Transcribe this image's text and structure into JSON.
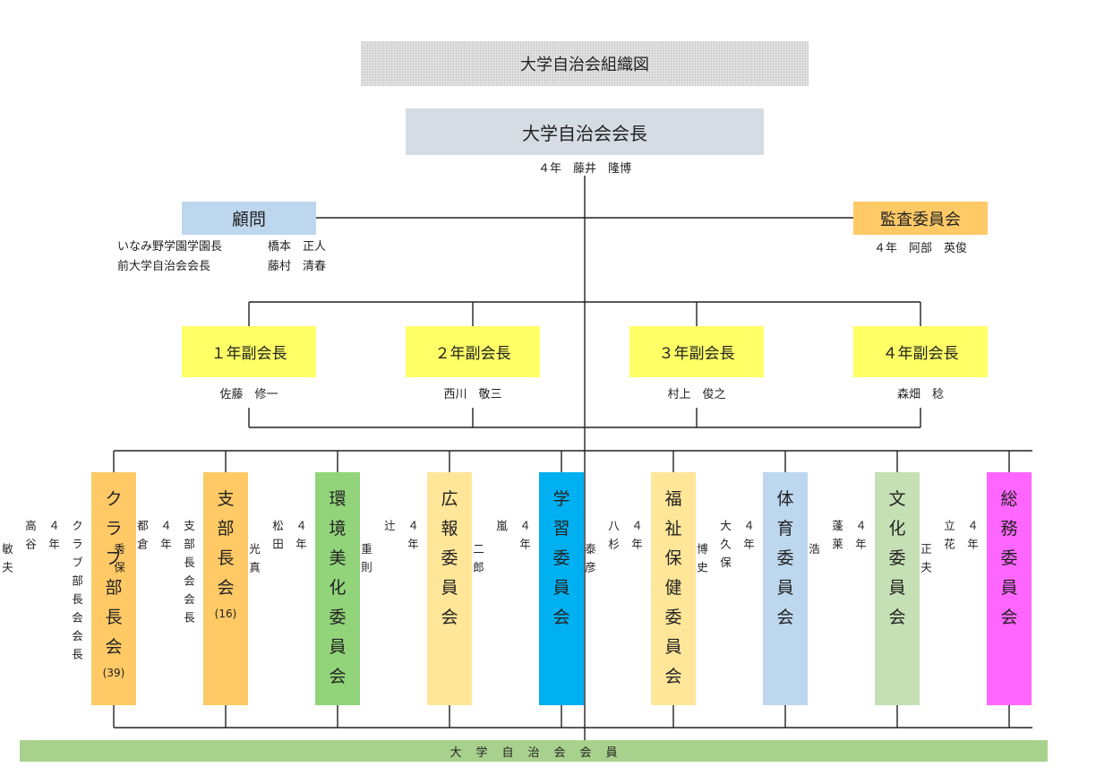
{
  "title": "大学自治会組織図",
  "president": {
    "role": "大学自治会会長",
    "name": "４年　藤井　隆博"
  },
  "advisor": {
    "role": "顧問",
    "lines": [
      {
        "title": "いなみ野学園学園長",
        "name": "橋本　正人"
      },
      {
        "title": "前大学自治会会長",
        "name": "藤村　清春"
      }
    ]
  },
  "auditor": {
    "role": "監査委員会",
    "name": "４年　阿部　英俊"
  },
  "vice_presidents": [
    {
      "role": "１年副会長",
      "name": "佐藤　修一"
    },
    {
      "role": "２年副会長",
      "name": "西川　敬三"
    },
    {
      "role": "３年副会長",
      "name": "村上　俊之"
    },
    {
      "role": "４年副会長",
      "name": "森畑　稔"
    }
  ],
  "committees": [
    {
      "chars": [
        "ク",
        "ラ",
        "ブ",
        "部",
        "長",
        "会"
      ],
      "count": "(39)",
      "color": "#ffc966",
      "person": {
        "grade": "４年",
        "surname": "高谷",
        "given": "敏夫",
        "note": "クラブ部長会会長"
      }
    },
    {
      "chars": [
        "支",
        "部",
        "長",
        "会"
      ],
      "count": "(16)",
      "color": "#ffc966",
      "person": {
        "grade": "４年",
        "surname": "都倉",
        "given": "秀保",
        "note": "支部長会会長"
      }
    },
    {
      "chars": [
        "環",
        "境",
        "美",
        "化",
        "委",
        "員",
        "会"
      ],
      "count": "",
      "color": "#92d47a",
      "person": {
        "grade": "４年",
        "surname": "松田",
        "given": "光真",
        "note": ""
      }
    },
    {
      "chars": [
        "広",
        "報",
        "委",
        "員",
        "会"
      ],
      "count": "",
      "color": "#ffe699",
      "person": {
        "grade": "４年",
        "surname": "辻",
        "given": "重則",
        "note": ""
      }
    },
    {
      "chars": [
        "学",
        "習",
        "委",
        "員",
        "会"
      ],
      "count": "",
      "color": "#00b0f0",
      "person": {
        "grade": "４年",
        "surname": "嵐",
        "given": "二郎",
        "note": ""
      }
    },
    {
      "chars": [
        "福",
        "祉",
        "保",
        "健",
        "委",
        "員",
        "会"
      ],
      "count": "",
      "color": "#ffe699",
      "person": {
        "grade": "４年",
        "surname": "八杉",
        "given": "泰彦",
        "note": ""
      }
    },
    {
      "chars": [
        "体",
        "育",
        "委",
        "員",
        "会"
      ],
      "count": "",
      "color": "#bdd7ee",
      "person": {
        "grade": "４年",
        "surname": "大久保",
        "given": "博史",
        "note": ""
      }
    },
    {
      "chars": [
        "文",
        "化",
        "委",
        "員",
        "会"
      ],
      "count": "",
      "color": "#c5e0b4",
      "person": {
        "grade": "４年",
        "surname": "蓬莱",
        "given": "浩",
        "note": ""
      }
    },
    {
      "chars": [
        "総",
        "務",
        "委",
        "員",
        "会"
      ],
      "count": "",
      "color": "#ff66ff",
      "person": {
        "grade": "４年",
        "surname": "立花",
        "given": "正夫",
        "note": ""
      }
    }
  ],
  "members": "大学自治会会員"
}
